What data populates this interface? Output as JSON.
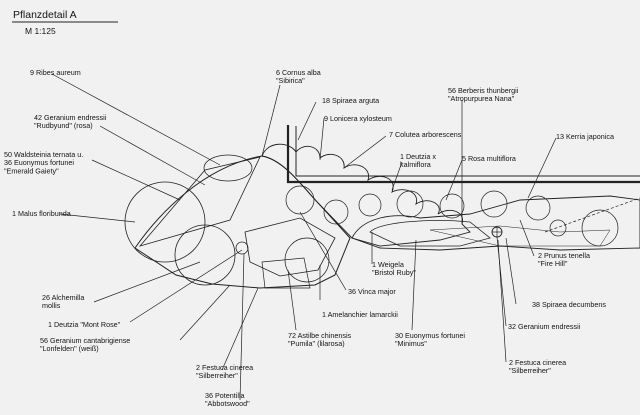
{
  "title": "Pflanzdetail  A",
  "scale": "M 1:125",
  "plants": [
    {
      "id": "p01",
      "lines": [
        "9 Ribes aureum"
      ]
    },
    {
      "id": "p02",
      "lines": [
        "42 Geranium endressii",
        "\"Rudbyund\" (rosa)"
      ]
    },
    {
      "id": "p03",
      "lines": [
        "50 Waldsteinia ternata u.",
        "36 Euonymus fortunei",
        "\"Emerald Gaiety\""
      ]
    },
    {
      "id": "p04",
      "lines": [
        "1 Malus floribunda"
      ]
    },
    {
      "id": "p05",
      "lines": [
        "26 Alchemilla",
        "mollis"
      ]
    },
    {
      "id": "p06",
      "lines": [
        "1 Deutzia \"Mont Rose\""
      ]
    },
    {
      "id": "p07",
      "lines": [
        "56 Geranium cantabrigiense",
        "\"Lonfelden\" (weiß)"
      ]
    },
    {
      "id": "p08",
      "lines": [
        "2 Festuca cinerea",
        "\"Silberreiher\""
      ]
    },
    {
      "id": "p09",
      "lines": [
        "36 Potentilla",
        "\"Abbotswood\""
      ]
    },
    {
      "id": "p10",
      "lines": [
        "6 Cornus alba",
        "\"Sibirica\""
      ]
    },
    {
      "id": "p11",
      "lines": [
        "18 Spiraea arguta"
      ]
    },
    {
      "id": "p12",
      "lines": [
        "9 Lonicera xylosteum"
      ]
    },
    {
      "id": "p13",
      "lines": [
        "7 Colutea arborescens"
      ]
    },
    {
      "id": "p14",
      "lines": [
        "56 Berberis thunbergii",
        "\"Atropurpurea Nana\""
      ]
    },
    {
      "id": "p15",
      "lines": [
        "13 Kerria japonica"
      ]
    },
    {
      "id": "p16",
      "lines": [
        "1 Deutzia x",
        "kalmiflora"
      ]
    },
    {
      "id": "p17",
      "lines": [
        "5 Rosa multiflora"
      ]
    },
    {
      "id": "p18",
      "lines": [
        "1 Weigela",
        "\"Bristol Ruby\""
      ]
    },
    {
      "id": "p19",
      "lines": [
        "36 Vinca major"
      ]
    },
    {
      "id": "p20",
      "lines": [
        "1 Amelanchier lamarckii"
      ]
    },
    {
      "id": "p21",
      "lines": [
        "72 Astilbe chinensis",
        "\"Pumila\" (lilarosa)"
      ]
    },
    {
      "id": "p22",
      "lines": [
        "30 Euonymus fortunei",
        "\"Minimus\""
      ]
    },
    {
      "id": "p23",
      "lines": [
        "2 Prunus tenella",
        "\"Fire Hill\""
      ]
    },
    {
      "id": "p24",
      "lines": [
        "38 Spiraea decumbens"
      ]
    },
    {
      "id": "p25",
      "lines": [
        "32 Geranium endressii"
      ]
    },
    {
      "id": "p26",
      "lines": [
        "2 Festuca cinerea",
        "\"Silberreiher\""
      ]
    }
  ]
}
